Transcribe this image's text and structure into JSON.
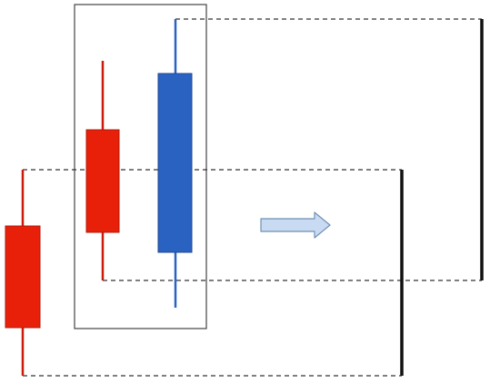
{
  "diagram": {
    "kind": "candlestick-combination",
    "colors": {
      "background": "#ffffff",
      "bearish": "#e8200a",
      "bearish_edge": "#b01808",
      "bullish": "#2a62c2",
      "bullish_edge": "#1d4894",
      "combined_bar": "#111111",
      "box_outline": "#444444",
      "dashed_guide": "#333333",
      "arrow_fill": "#c9dbf2",
      "arrow_edge": "#6f8fb5"
    },
    "candles": [
      {
        "id": "left-bearish-candle",
        "direction": "bearish"
      },
      {
        "id": "middle-bearish-candle",
        "direction": "bearish"
      },
      {
        "id": "bullish-candle",
        "direction": "bullish"
      }
    ],
    "combined_bars": [
      {
        "id": "combined-bar-1",
        "color": "black"
      },
      {
        "id": "combined-bar-2",
        "color": "black"
      }
    ],
    "arrow": {
      "direction": "right"
    }
  }
}
